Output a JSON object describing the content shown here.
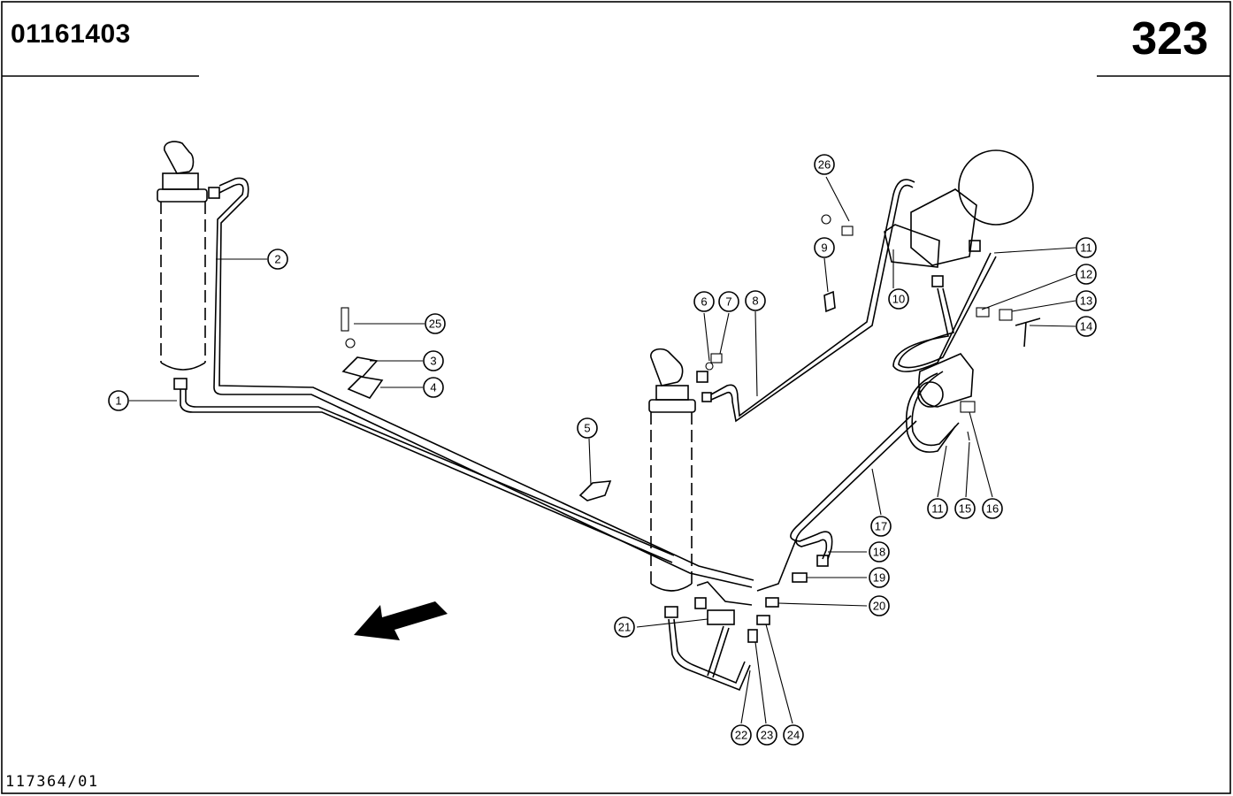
{
  "header": {
    "doc_number": "01161403",
    "page_number": "323"
  },
  "footer": {
    "drawing_code": "117364/01"
  },
  "callouts": [
    {
      "id": "c1",
      "label": "1"
    },
    {
      "id": "c2",
      "label": "2"
    },
    {
      "id": "c3",
      "label": "3"
    },
    {
      "id": "c4",
      "label": "4"
    },
    {
      "id": "c5",
      "label": "5"
    },
    {
      "id": "c6",
      "label": "6"
    },
    {
      "id": "c7",
      "label": "7"
    },
    {
      "id": "c8",
      "label": "8"
    },
    {
      "id": "c9",
      "label": "9"
    },
    {
      "id": "c10",
      "label": "10"
    },
    {
      "id": "c11a",
      "label": "11"
    },
    {
      "id": "c11b",
      "label": "11"
    },
    {
      "id": "c12",
      "label": "12"
    },
    {
      "id": "c13",
      "label": "13"
    },
    {
      "id": "c14",
      "label": "14"
    },
    {
      "id": "c15",
      "label": "15"
    },
    {
      "id": "c16",
      "label": "16"
    },
    {
      "id": "c17",
      "label": "17"
    },
    {
      "id": "c18",
      "label": "18"
    },
    {
      "id": "c19",
      "label": "19"
    },
    {
      "id": "c20",
      "label": "20"
    },
    {
      "id": "c21",
      "label": "21"
    },
    {
      "id": "c22",
      "label": "22"
    },
    {
      "id": "c23",
      "label": "23"
    },
    {
      "id": "c24",
      "label": "24"
    },
    {
      "id": "c25",
      "label": "25"
    },
    {
      "id": "c26",
      "label": "26"
    }
  ]
}
